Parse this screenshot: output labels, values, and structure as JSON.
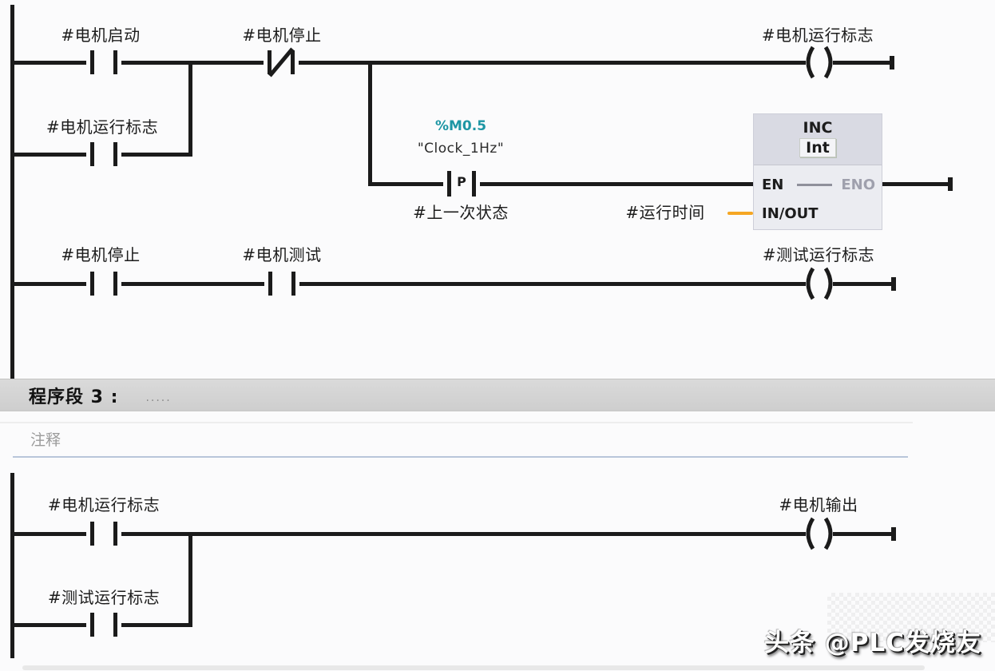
{
  "ladder": {
    "network2": {
      "contacts": {
        "motor_start": "#电机启动",
        "motor_stop_nc": "#电机停止",
        "motor_run_flag": "#电机运行标志",
        "motor_stop2": "#电机停止",
        "motor_test": "#电机测试"
      },
      "coils": {
        "motor_run_flag": "#电机运行标志",
        "test_run_flag": "#测试运行标志"
      },
      "edge": {
        "address": "%M0.5",
        "tag": "\"Clock_1Hz\"",
        "p": "P",
        "state_operand": "#上一次状态"
      },
      "inc_block": {
        "name": "INC",
        "type": "Int",
        "en": "EN",
        "eno": "ENO",
        "inout": "IN/OUT",
        "inout_operand": "#运行时间"
      }
    },
    "network3": {
      "header": {
        "title": "程序段 3 :",
        "dots": ".....",
        "comment": "注释"
      },
      "contacts": {
        "motor_run_flag": "#电机运行标志",
        "test_run_flag": "#测试运行标志"
      },
      "coils": {
        "motor_output": "#电机输出"
      }
    }
  },
  "watermark": {
    "text": "头条 @PLC发烧友"
  },
  "colors": {
    "wire": "#1b1b1b",
    "teal": "#1d96a4",
    "orange": "#f5a623",
    "block_header": "#d9dae3",
    "block_body": "#ebecf1",
    "block_muted": "#9fa0ad",
    "net_bar": "#d4d4d4",
    "comment_gray": "#9b9b9b",
    "underline_blue": "#b9c6da"
  }
}
